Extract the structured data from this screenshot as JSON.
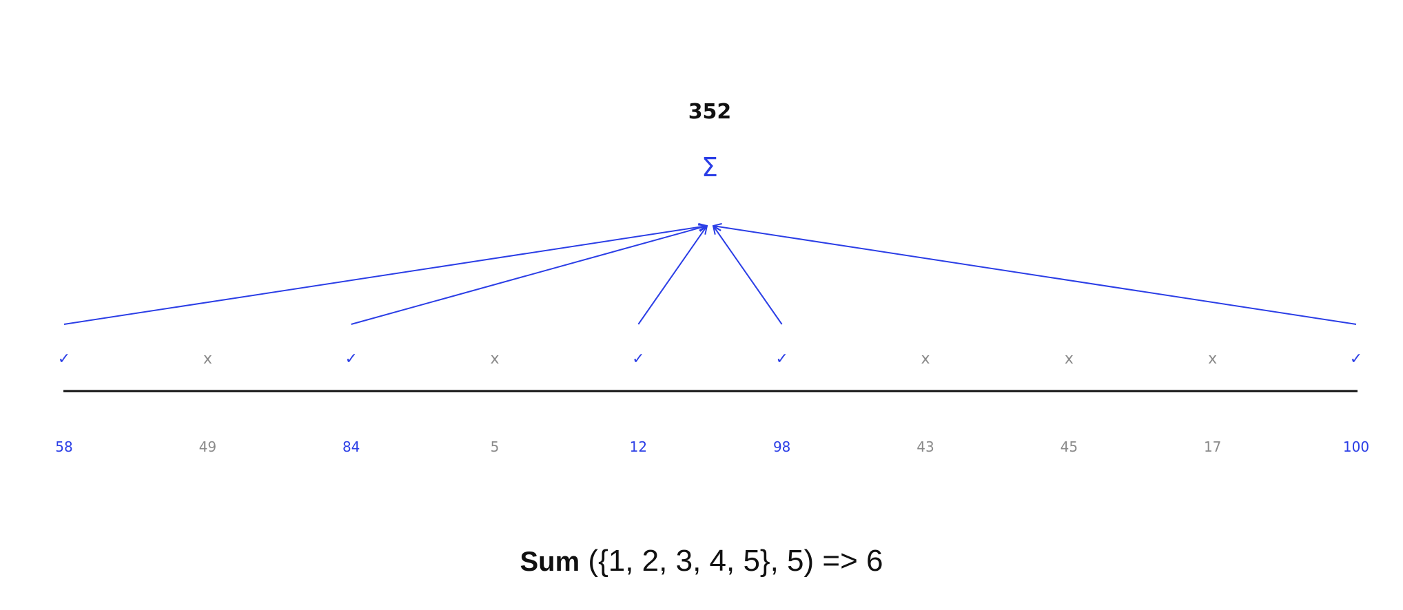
{
  "total": "352",
  "operator_symbol": "Σ",
  "items": [
    {
      "value": "58",
      "selected": true
    },
    {
      "value": "49",
      "selected": false
    },
    {
      "value": "84",
      "selected": true
    },
    {
      "value": "5",
      "selected": false
    },
    {
      "value": "12",
      "selected": true
    },
    {
      "value": "98",
      "selected": true
    },
    {
      "value": "43",
      "selected": false
    },
    {
      "value": "45",
      "selected": false
    },
    {
      "value": "17",
      "selected": false
    },
    {
      "value": "100",
      "selected": true
    }
  ],
  "marks": {
    "selected": "✓",
    "unselected": "x"
  },
  "caption": {
    "function_name": "Sum",
    "expression": " ({1, 2, 3, 4, 5}, 5) => 6"
  },
  "colors": {
    "selected": "#2b3ee6",
    "unselected": "#8a8a8a",
    "baseline": "#111111",
    "total": "#111111"
  }
}
